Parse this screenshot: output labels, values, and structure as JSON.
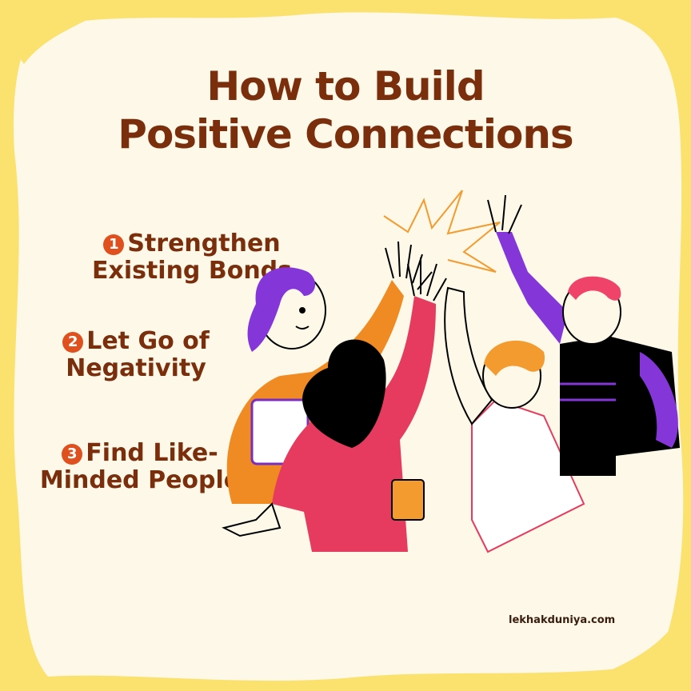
{
  "title": {
    "line1": "How to Build",
    "line2": "Positive Connections"
  },
  "steps": [
    {
      "number": "1",
      "line1": "Strengthen",
      "line2": "Existing Bonds"
    },
    {
      "number": "2",
      "line1": "Let Go of",
      "line2": "Negativity"
    },
    {
      "number": "3",
      "line1": "Find Like-",
      "line2": "Minded People"
    }
  ],
  "footer": {
    "site": "lekhakduniya.com"
  },
  "colors": {
    "background": "#fbe16e",
    "paper": "#fdf8e8",
    "title": "#7a2e0c",
    "number_badge": "#e0501e"
  },
  "illustration": {
    "subject": "high-five-group-illustration"
  }
}
